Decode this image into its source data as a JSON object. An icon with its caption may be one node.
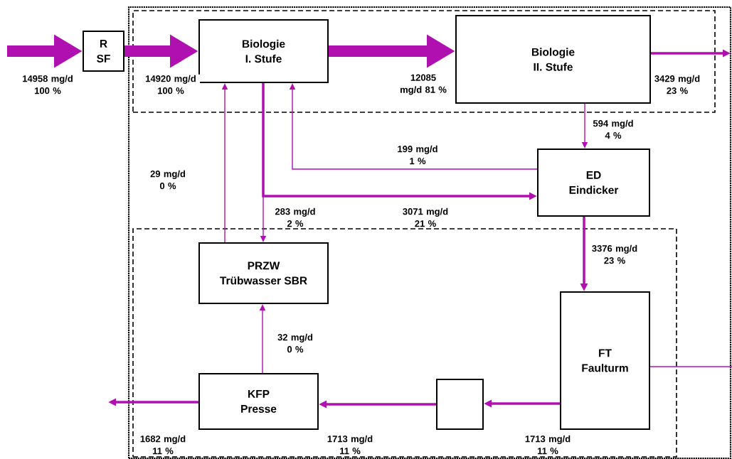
{
  "diagram": {
    "nodes": [
      {
        "text": [],
        "shape": "box"
      },
      {
        "text": [],
        "shape": "box",
        "in": 0
      },
      {
        "text": [],
        "shape": "box",
        "in": 0
      },
      {
        "text": [
          "R",
          "SF"
        ]
      },
      {
        "text": [
          "Biologie",
          "I. Stufe"
        ],
        "in": 1
      },
      {
        "text": [
          "Biologie",
          "II. Stufe"
        ],
        "in": 1
      },
      {
        "text": [
          "ED",
          "Eindicker"
        ],
        "in": 0
      },
      {
        "text": [
          "PRZW",
          "Trübwasser SBR"
        ],
        "in": 2
      },
      {
        "text": [
          "FT",
          "Faulturm"
        ],
        "in": 2
      },
      {
        "text": [],
        "shape": "box",
        "in": 2
      },
      {
        "text": [
          "KFP",
          "Presse"
        ],
        "in": 2
      }
    ],
    "edges": [
      {
        "from": null,
        "to": 3,
        "arrow": "to",
        "label": "14958 mg/d 100 %",
        "style": "thick"
      },
      {
        "from": 3,
        "to": 4,
        "arrow": "to",
        "label": "14920 mg/d 100 %",
        "style": "thick"
      },
      {
        "from": 4,
        "to": 5,
        "arrow": "to",
        "label": "12085 mg/d 81 %",
        "style": "thick"
      },
      {
        "from": 5,
        "to": null,
        "arrow": "to",
        "label": "3429 mg/d 23 %"
      },
      {
        "from": 5,
        "to": 6,
        "arrow": "to",
        "label": "594 mg/d 4 %"
      },
      {
        "from": 6,
        "to": 4,
        "arrow": "to",
        "label": "199 mg/d 1 %"
      },
      {
        "from": 4,
        "to": 6,
        "arrow": "to",
        "label": "3071 mg/d 21 %"
      },
      {
        "from": 4,
        "to": 7,
        "arrow": "to",
        "label": "283 mg/d 2 %"
      },
      {
        "from": 7,
        "to": 4,
        "arrow": "to",
        "label": "29 mg/d 0 %"
      },
      {
        "from": 10,
        "to": 7,
        "arrow": "to",
        "label": "32 mg/d 0 %"
      },
      {
        "from": 6,
        "to": 8,
        "arrow": "to",
        "label": "3376 mg/d 23 %"
      },
      {
        "from": 8,
        "to": 9,
        "arrow": "to",
        "label": "1713 mg/d 11 %"
      },
      {
        "from": 9,
        "to": 10,
        "arrow": "to",
        "label": "1713 mg/d 11 %"
      },
      {
        "from": 10,
        "to": null,
        "arrow": "to",
        "label": "1682 mg/d 11 %"
      },
      {
        "from": 8,
        "to": null,
        "arrow": "none"
      }
    ]
  }
}
